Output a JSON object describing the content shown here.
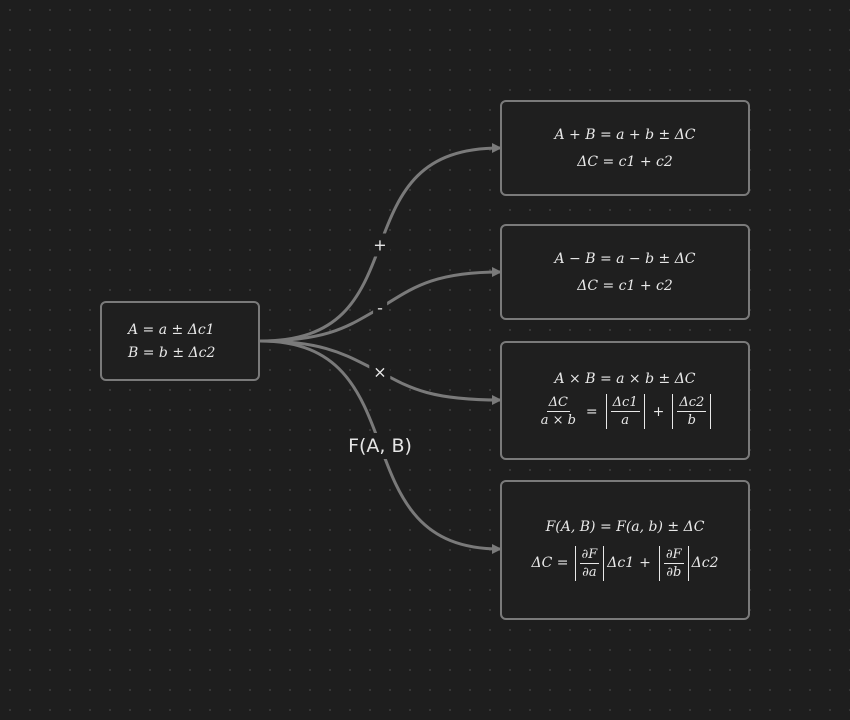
{
  "source": {
    "line1": "A = a ± Δc1",
    "line2": "B = b ± Δc2"
  },
  "edges": [
    {
      "label": "+"
    },
    {
      "label": "-"
    },
    {
      "label": "×"
    },
    {
      "label": "F(A, B)"
    }
  ],
  "targets": {
    "add": {
      "line1": "A + B = a + b ± ΔC",
      "line2": "ΔC = c1 + c2"
    },
    "sub": {
      "line1": "A − B = a − b ± ΔC",
      "line2": "ΔC = c1 + c2"
    },
    "mul": {
      "line1": "A × B = a × b ± ΔC",
      "lhs_num": "ΔC",
      "lhs_den": "a × b",
      "t1_num": "Δc1",
      "t1_den": "a",
      "t2_num": "Δc2",
      "t2_den": "b"
    },
    "func": {
      "line1": "F(A, B) = F(a, b) ± ΔC",
      "lhs": "ΔC =",
      "d1_num": "∂F",
      "d1_den": "∂a",
      "d1_tail": "Δc1",
      "d2_num": "∂F",
      "d2_den": "∂b",
      "d2_tail": "Δc2"
    }
  },
  "colors": {
    "background": "#1e1e1e",
    "stroke": "#7a7a7a",
    "text": "#e8e8e8"
  }
}
